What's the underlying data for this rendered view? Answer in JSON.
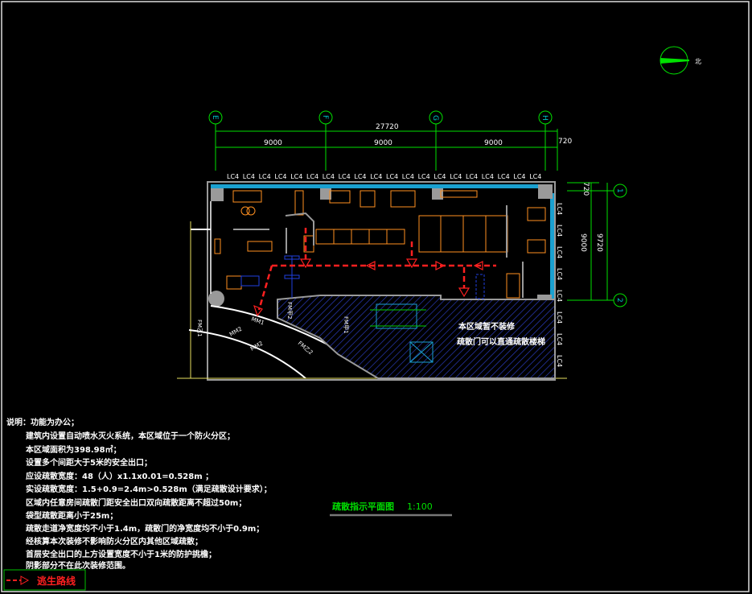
{
  "drawing": {
    "title": "疏散指示平面图",
    "scale": "1:100",
    "north_label": "北",
    "colors": {
      "background": "#000000",
      "dimension": "#00ff00",
      "route": "#ff2020",
      "furniture": "#ff9020",
      "window": "#1aa0d0",
      "hatch": "#1a2a9a",
      "wall": "#9a9a9a"
    }
  },
  "axes": {
    "horizontal": [
      "E",
      "F",
      "G",
      "H"
    ],
    "vertical": [
      "1",
      "2"
    ]
  },
  "dimensions": {
    "total_width": "27720",
    "bays": [
      "9000",
      "9000",
      "9000"
    ],
    "end_bay": "720",
    "right_top": "720",
    "right_inner": "9000",
    "right_total": "9720"
  },
  "window_label": "LC4",
  "door_labels": [
    "FM乙1",
    "MM1",
    "MM2",
    "MM2",
    "FM乙2",
    "FM甲2",
    "FM甲1"
  ],
  "hatched_area": {
    "line1": "本区域暂不装修",
    "line2": "疏散门可以直通疏散楼梯"
  },
  "notes": {
    "heading": "说明：功能为办公；",
    "lines": [
      "建筑内设置自动喷水灭火系统，本区域位于一个防火分区；",
      "本区域面积为398.98㎡；",
      "设置多个间距大于5米的安全出口；",
      "应设疏散宽度：48（人）x1.1x0.01=0.528m ；",
      "实设疏散宽度：1.5+0.9=2.4m>0.528m（满足疏散设计要求）；",
      "区域内任意房间疏散门距安全出口双向疏散距离不超过50m；",
      "袋型疏散距离小于25m；",
      "疏散走道净宽度均不小于1.4m，疏散门的净宽度均不小于0.9m；",
      "经核算本次装修不影响防火分区内其他区域疏散；",
      "首层安全出口的上方设置宽度不小于1米的防护挑檐；",
      "阴影部分不在此次装修范围。"
    ]
  },
  "legend": {
    "label": "逃生路线"
  }
}
